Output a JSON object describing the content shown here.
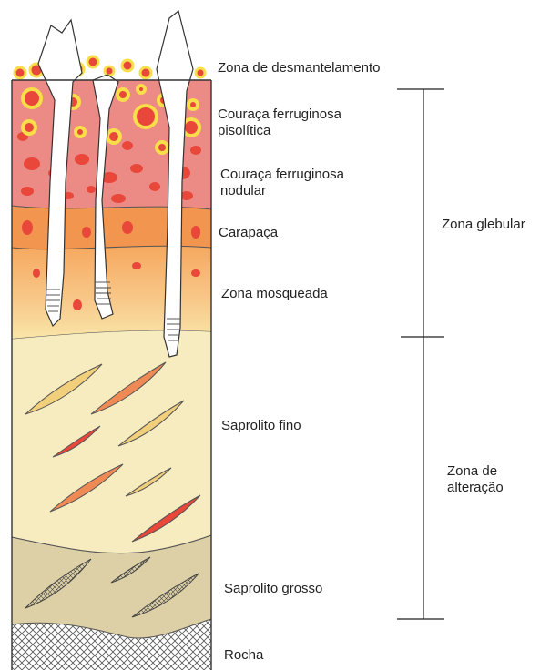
{
  "layers": [
    {
      "name": "Zona de desmantelamento"
    },
    {
      "name": "Couraça ferruginosa pisolítica"
    },
    {
      "name": "Couraça ferruginosa nodular"
    },
    {
      "name": "Carapaça"
    },
    {
      "name": "Zona mosqueada"
    },
    {
      "name": "Saprolito fino"
    },
    {
      "name": "Saprolito grosso"
    },
    {
      "name": "Rocha"
    }
  ],
  "zones": [
    {
      "name": "Zona glebular"
    },
    {
      "name": "Zona de alteração"
    }
  ],
  "colors": {
    "pisolitic": "#ec8a86",
    "carapace": "#f2954e",
    "mottled": "#f7c78c",
    "fine_saprolite": "#f6ecc0",
    "coarse_saprolite": "#ddcfa6",
    "rock": "#ffffff",
    "nodule_red": "#e8473a",
    "pisolith_yellow": "#f7de4a",
    "outline": "#333333"
  }
}
